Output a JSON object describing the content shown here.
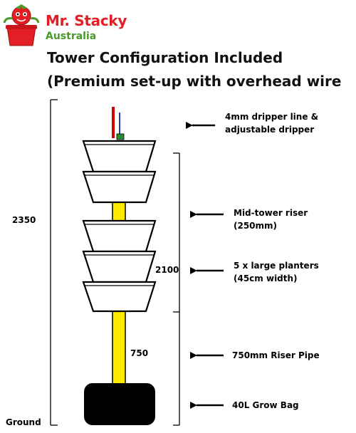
{
  "brand": {
    "name": "Mr. Stacky",
    "sub": "Australia"
  },
  "title": {
    "line1": "Tower Configuration Included",
    "line2": "(Premium set-up with overhead wire"
  },
  "dimensions": {
    "total": "2350",
    "mid": "2100",
    "riser": "750",
    "ground": "Ground"
  },
  "labels": {
    "dripper_l1": "4mm dripper line &",
    "dripper_l2": "adjustable dripper",
    "mid_riser_l1": "Mid-tower riser",
    "mid_riser_l2": "(250mm)",
    "planters_l1": "5 x large planters",
    "planters_l2": "(45cm width)",
    "riser_pipe": "750mm Riser Pipe",
    "grow_bag": "40L Grow Bag"
  },
  "colors": {
    "brand_red": "#e31e24",
    "brand_green": "#4a9a2b",
    "riser_yellow": "#ffeb00",
    "grow_bag": "#000000",
    "wire_red": "#cc0000",
    "wire_blue": "#1f3fbf",
    "fitting_green": "#2e8b2e"
  }
}
